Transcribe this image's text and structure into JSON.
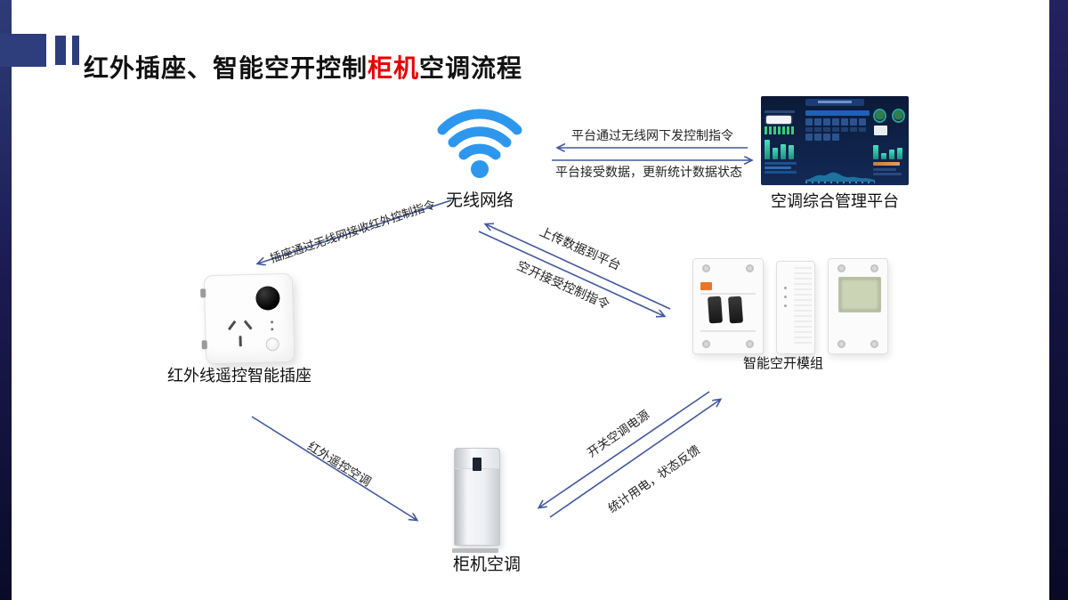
{
  "slide": {
    "title": {
      "prefix": "红外插座、智能空开控制",
      "highlight": "柜机",
      "suffix": "空调流程"
    }
  },
  "nodes": {
    "wifi": {
      "label": "无线网络"
    },
    "platform": {
      "label": "空调综合管理平台"
    },
    "socket": {
      "label": "红外线遥控智能插座"
    },
    "breaker": {
      "label": "智能空开模组"
    },
    "ac": {
      "label": "柜机空调"
    }
  },
  "flows": {
    "platform_to_wifi": "平台通过无线网下发控制指令",
    "wifi_to_platform": "平台接受数据，更新统计数据状态",
    "wifi_to_socket": "插座通过无线网接收红外控制指令",
    "breaker_to_wifi": "上传数据到平台",
    "wifi_to_breaker": "空开接受控制指令",
    "socket_to_ac": "红外遥控空调",
    "breaker_to_ac": "开关空调电源",
    "ac_to_breaker": "统计用电，状态反馈"
  },
  "colors": {
    "accent_navy": "#2e3e7c",
    "edge_dark": "#0a0a28",
    "arrow_blue": "#41589e",
    "wifi_blue": "#2d97ee",
    "title_red": "#e60000"
  }
}
